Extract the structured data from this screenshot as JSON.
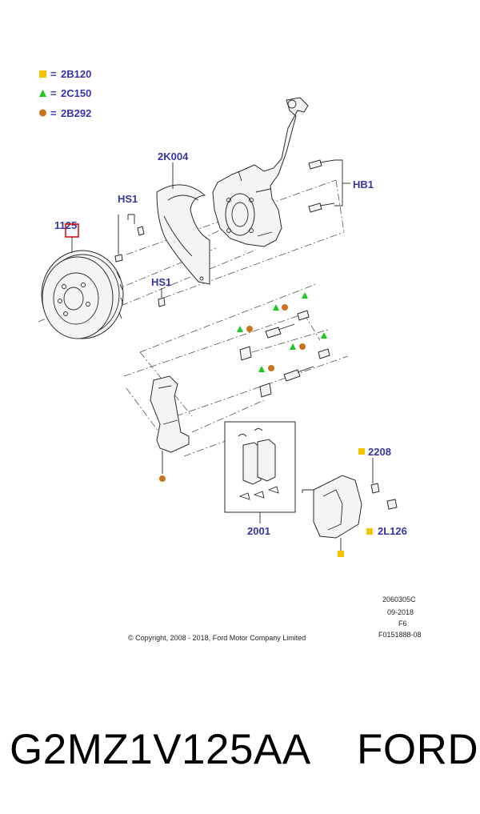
{
  "legend": [
    {
      "symbol": "square",
      "color": "#f5c400",
      "equals": "=",
      "code": "2B120"
    },
    {
      "symbol": "triangle",
      "color": "#1ec81e",
      "equals": "=",
      "code": "2C150"
    },
    {
      "symbol": "circle",
      "color": "#c8741e",
      "equals": "=",
      "code": "2B292"
    }
  ],
  "labels": {
    "shield": "2K004",
    "bolt_hb1": "HB1",
    "screw_top": "HS1",
    "screw_bottom": "HS1",
    "rotor": "1125",
    "pads": "2001",
    "caliper_bolt": "2208",
    "caliper": "2L126"
  },
  "meta": {
    "line1": "2060305C",
    "line2": "09-2018",
    "line3": "F6",
    "line4": "F0151888-08",
    "copyright": "© Copyright, 2008 - 2018, Ford Motor Company Limited"
  },
  "caption": {
    "part_number": "G2MZ1V125AA",
    "brand": "FORD"
  },
  "colors": {
    "label_blue": "#3535a8",
    "highlight_red": "#e00000"
  }
}
